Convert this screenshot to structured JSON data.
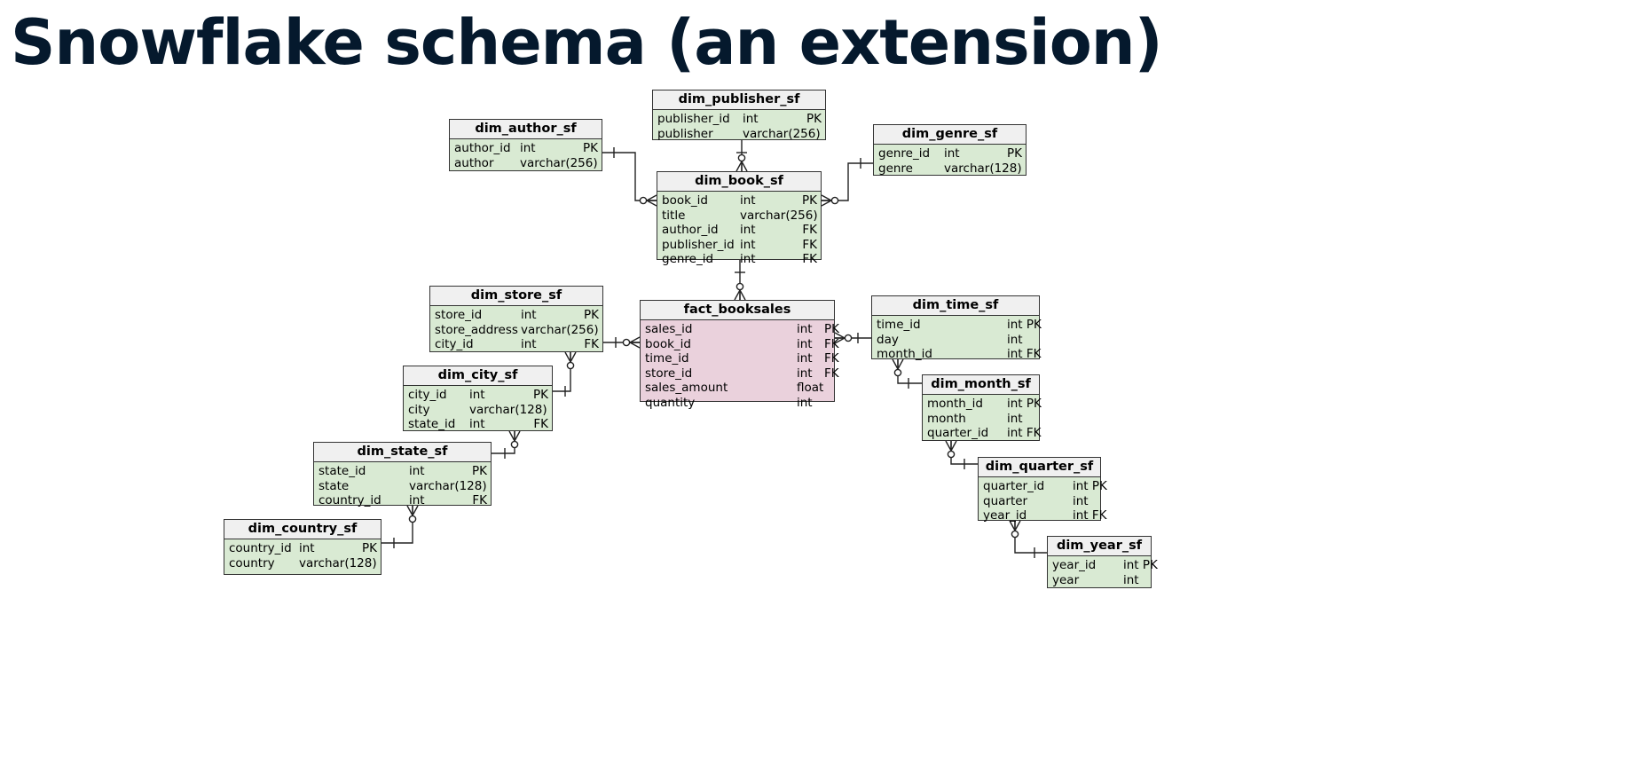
{
  "title": "Snowflake schema (an extension)",
  "tables": [
    {
      "key": "publisher",
      "name": "dim_publisher_sf",
      "rows": [
        [
          "publisher_id",
          "int",
          "PK"
        ],
        [
          "publisher",
          "varchar(256)",
          ""
        ]
      ]
    },
    {
      "key": "author",
      "name": "dim_author_sf",
      "rows": [
        [
          "author_id",
          "int",
          "PK"
        ],
        [
          "author",
          "varchar(256)",
          ""
        ]
      ]
    },
    {
      "key": "genre",
      "name": "dim_genre_sf",
      "rows": [
        [
          "genre_id",
          "int",
          "PK"
        ],
        [
          "genre",
          "varchar(128)",
          ""
        ]
      ]
    },
    {
      "key": "book",
      "name": "dim_book_sf",
      "rows": [
        [
          "book_id",
          "int",
          "PK"
        ],
        [
          "title",
          "varchar(256)",
          ""
        ],
        [
          "author_id",
          "int",
          "FK"
        ],
        [
          "publisher_id",
          "int",
          "FK"
        ],
        [
          "genre_id",
          "int",
          "FK"
        ]
      ]
    },
    {
      "key": "store",
      "name": "dim_store_sf",
      "rows": [
        [
          "store_id",
          "int",
          "PK"
        ],
        [
          "store_address",
          "varchar(256)",
          ""
        ],
        [
          "city_id",
          "int",
          "FK"
        ]
      ]
    },
    {
      "key": "fact",
      "name": "fact_booksales",
      "rows": [
        [
          "sales_id",
          "int",
          "PK"
        ],
        [
          "book_id",
          "int",
          "FK"
        ],
        [
          "time_id",
          "int",
          "FK"
        ],
        [
          "store_id",
          "int",
          "FK"
        ],
        [
          "sales_amount",
          "float",
          ""
        ],
        [
          "quantity",
          "int",
          ""
        ]
      ]
    },
    {
      "key": "time",
      "name": "dim_time_sf",
      "rows": [
        [
          "time_id",
          "int PK",
          ""
        ],
        [
          "day",
          "int",
          ""
        ],
        [
          "month_id",
          "int FK",
          ""
        ]
      ]
    },
    {
      "key": "city",
      "name": "dim_city_sf",
      "rows": [
        [
          "city_id",
          "int",
          "PK"
        ],
        [
          "city",
          "varchar(128)",
          ""
        ],
        [
          "state_id",
          "int",
          "FK"
        ]
      ]
    },
    {
      "key": "month",
      "name": "dim_month_sf",
      "rows": [
        [
          "month_id",
          "int PK",
          ""
        ],
        [
          "month",
          "int",
          ""
        ],
        [
          "quarter_id",
          "int FK",
          ""
        ]
      ]
    },
    {
      "key": "state",
      "name": "dim_state_sf",
      "rows": [
        [
          "state_id",
          "int",
          "PK"
        ],
        [
          "state",
          "varchar(128)",
          ""
        ],
        [
          "country_id",
          "int",
          "FK"
        ]
      ]
    },
    {
      "key": "quarter",
      "name": "dim_quarter_sf",
      "rows": [
        [
          "quarter_id",
          "int PK",
          ""
        ],
        [
          "quarter",
          "int",
          ""
        ],
        [
          "year_id",
          "int FK",
          ""
        ]
      ]
    },
    {
      "key": "country",
      "name": "dim_country_sf",
      "rows": [
        [
          "country_id",
          "int",
          "PK"
        ],
        [
          "country",
          "varchar(128)",
          ""
        ]
      ]
    },
    {
      "key": "year",
      "name": "dim_year_sf",
      "rows": [
        [
          "year_id",
          "int PK",
          ""
        ],
        [
          "year",
          "int",
          ""
        ]
      ]
    }
  ],
  "relationships": [
    {
      "from": "author",
      "to": "book",
      "kind": "one-to-many-optional"
    },
    {
      "from": "publisher",
      "to": "book",
      "kind": "one-to-many-optional"
    },
    {
      "from": "genre",
      "to": "book",
      "kind": "one-to-many-optional"
    },
    {
      "from": "book",
      "to": "fact",
      "kind": "one-to-many-optional"
    },
    {
      "from": "store",
      "to": "fact",
      "kind": "one-to-many-optional"
    },
    {
      "from": "time",
      "to": "fact",
      "kind": "one-to-many-optional"
    },
    {
      "from": "city",
      "to": "store",
      "kind": "one-to-many-optional"
    },
    {
      "from": "state",
      "to": "city",
      "kind": "one-to-many-optional"
    },
    {
      "from": "country",
      "to": "state",
      "kind": "one-to-many-optional"
    },
    {
      "from": "month",
      "to": "time",
      "kind": "one-to-many-optional"
    },
    {
      "from": "quarter",
      "to": "month",
      "kind": "one-to-many-optional"
    },
    {
      "from": "year",
      "to": "quarter",
      "kind": "one-to-many-optional"
    }
  ],
  "colors": {
    "title": "#05192d",
    "dim_fill": "#d9ead3",
    "fact_fill": "#ead1dc",
    "header_fill": "#f0f0f0",
    "line": "#222222"
  }
}
